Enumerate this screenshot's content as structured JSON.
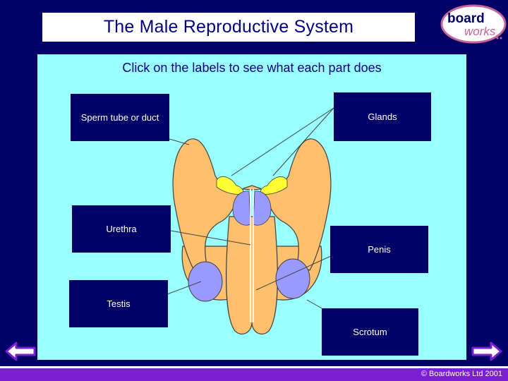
{
  "header": {
    "title": "The Male Reproductive System",
    "logo_line1": "board",
    "logo_line2": "works"
  },
  "main": {
    "instruction": "Click on the labels to see what each part does",
    "labels": {
      "sperm_tube": "Sperm tube or duct",
      "glands": "Glands",
      "urethra": "Urethra",
      "penis": "Penis",
      "testis": "Testis",
      "scrotum": "Scrotum"
    }
  },
  "nav": {
    "back_icon": "arrow-left-icon",
    "forward_icon": "arrow-right-icon"
  },
  "footer": {
    "copyright": "© Boardworks Ltd 2001"
  },
  "colors": {
    "background": "#000066",
    "panel": "#99ffff",
    "tissue": "#ffc06e",
    "testis": "#9999ff",
    "glands": "#ffff33",
    "label_box": "#000066",
    "footer": "#7a1fd1"
  }
}
